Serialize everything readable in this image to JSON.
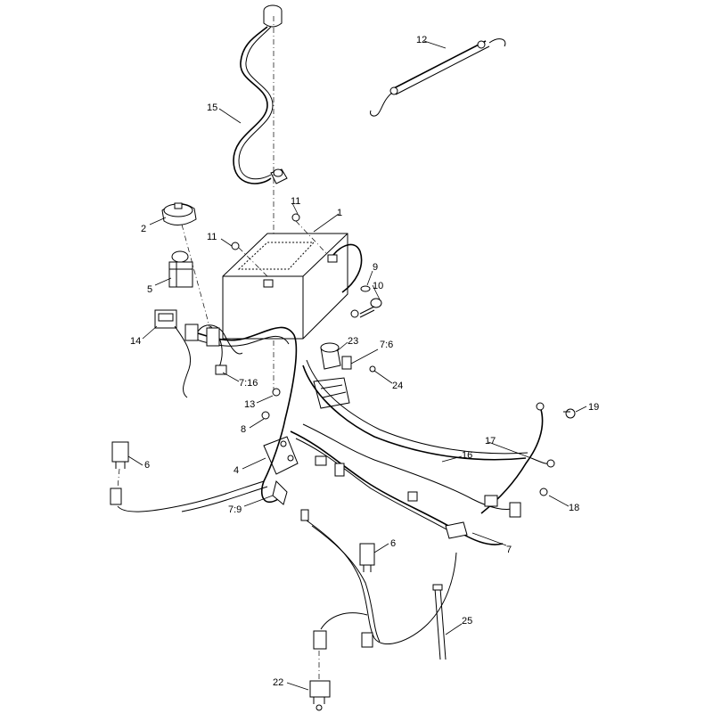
{
  "callouts": [
    {
      "id": "c1",
      "label": "1"
    },
    {
      "id": "c2",
      "label": "2"
    },
    {
      "id": "c4",
      "label": "4"
    },
    {
      "id": "c5",
      "label": "5"
    },
    {
      "id": "c6a",
      "label": "6"
    },
    {
      "id": "c6b",
      "label": "6"
    },
    {
      "id": "c7",
      "label": "7"
    },
    {
      "id": "c7_6",
      "label": "7:6"
    },
    {
      "id": "c7_9",
      "label": "7:9"
    },
    {
      "id": "c7_16",
      "label": "7:16"
    },
    {
      "id": "c8",
      "label": "8"
    },
    {
      "id": "c9",
      "label": "9"
    },
    {
      "id": "c10",
      "label": "10"
    },
    {
      "id": "c11a",
      "label": "11"
    },
    {
      "id": "c11b",
      "label": "11"
    },
    {
      "id": "c12",
      "label": "12"
    },
    {
      "id": "c13",
      "label": "13"
    },
    {
      "id": "c14",
      "label": "14"
    },
    {
      "id": "c15",
      "label": "15"
    },
    {
      "id": "c16",
      "label": "16"
    },
    {
      "id": "c17",
      "label": "17"
    },
    {
      "id": "c18",
      "label": "18"
    },
    {
      "id": "c19",
      "label": "19"
    },
    {
      "id": "c22",
      "label": "22"
    },
    {
      "id": "c23",
      "label": "23"
    },
    {
      "id": "c24",
      "label": "24"
    },
    {
      "id": "c25",
      "label": "25"
    }
  ]
}
